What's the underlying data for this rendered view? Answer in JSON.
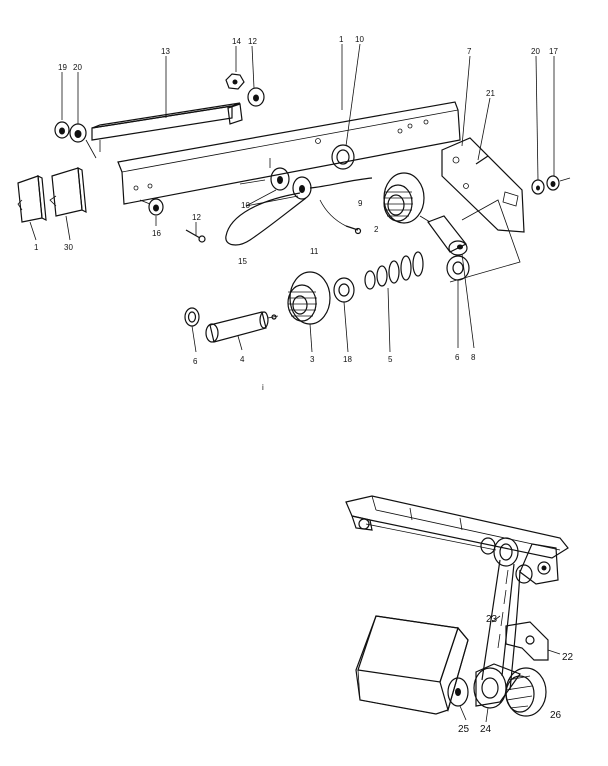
{
  "top_labels": [
    {
      "id": "l19",
      "text": "19"
    },
    {
      "id": "l20a",
      "text": "20"
    },
    {
      "id": "l13",
      "text": "13"
    },
    {
      "id": "l14",
      "text": "14"
    },
    {
      "id": "l12a",
      "text": "12"
    },
    {
      "id": "l1",
      "text": "1"
    },
    {
      "id": "l10",
      "text": "10"
    },
    {
      "id": "l7",
      "text": "7"
    },
    {
      "id": "l20b",
      "text": "20"
    },
    {
      "id": "l17",
      "text": "17"
    },
    {
      "id": "l21",
      "text": "21"
    },
    {
      "id": "l16",
      "text": "16"
    },
    {
      "id": "l12b",
      "text": "12"
    },
    {
      "id": "l15",
      "text": "15"
    },
    {
      "id": "l11",
      "text": "11"
    },
    {
      "id": "l9",
      "text": "9"
    },
    {
      "id": "l2",
      "text": "2"
    },
    {
      "id": "l1b",
      "text": "1"
    },
    {
      "id": "l30",
      "text": "30"
    },
    {
      "id": "l6a",
      "text": "6"
    },
    {
      "id": "l4",
      "text": "4"
    },
    {
      "id": "l3",
      "text": "3"
    },
    {
      "id": "l18",
      "text": "18"
    },
    {
      "id": "l5",
      "text": "5"
    },
    {
      "id": "l6b",
      "text": "6"
    },
    {
      "id": "l8",
      "text": "8"
    },
    {
      "id": "l10b",
      "text": "10"
    }
  ],
  "bottom_labels": [
    {
      "id": "b23",
      "text": "23"
    },
    {
      "id": "b22",
      "text": "22"
    },
    {
      "id": "b26",
      "text": "26"
    },
    {
      "id": "b25",
      "text": "25"
    },
    {
      "id": "b24",
      "text": "24"
    }
  ],
  "center_mark": "i"
}
